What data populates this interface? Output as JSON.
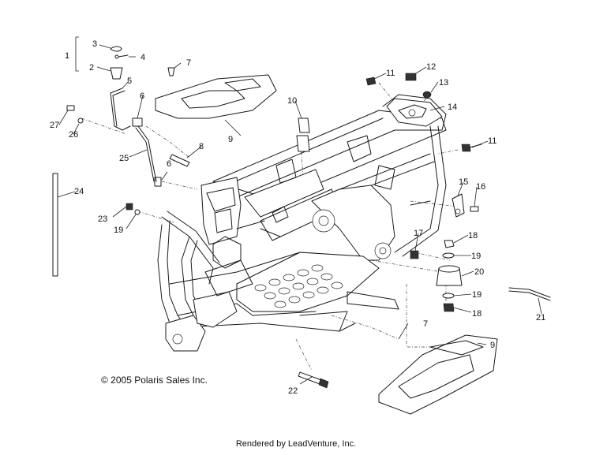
{
  "copyright": "© 2005 Polaris Sales Inc.",
  "rendered_by": "Rendered by LeadVenture, Inc.",
  "callouts": [
    "1",
    "2",
    "3",
    "4",
    "5",
    "6",
    "6",
    "7",
    "7",
    "8",
    "9",
    "9",
    "10",
    "11",
    "11",
    "12",
    "13",
    "14",
    "15",
    "16",
    "17",
    "18",
    "18",
    "19",
    "19",
    "19",
    "20",
    "21",
    "22",
    "23",
    "24",
    "25",
    "26",
    "27"
  ]
}
